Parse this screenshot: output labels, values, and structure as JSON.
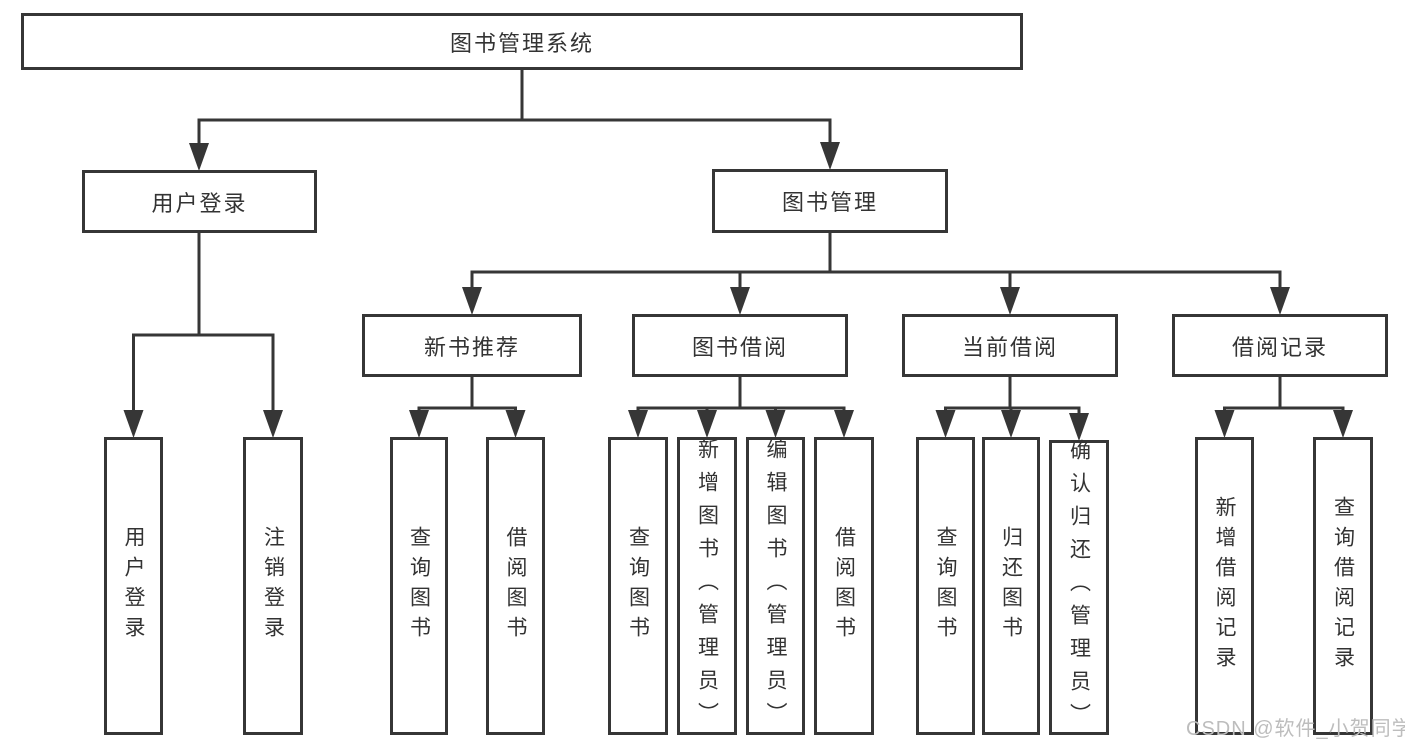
{
  "nodes": {
    "root": "图书管理系统",
    "user_login": "用户登录",
    "book_mgmt": "图书管理",
    "new_book": "新书推荐",
    "book_borrow": "图书借阅",
    "current_borrow": "当前借阅",
    "borrow_record": "借阅记录",
    "ul_leaves": [
      "用户登录",
      "注销登录"
    ],
    "nb_leaves": [
      "查询图书",
      "借阅图书"
    ],
    "bb_leaves": [
      "查询图书",
      "新增图书（管理员）",
      "编辑图书（管理员）",
      "借阅图书"
    ],
    "cb_leaves": [
      "查询图书",
      "归还图书",
      "确认归还（管理员）"
    ],
    "br_leaves": [
      "新增借阅记录",
      "查询借阅记录"
    ]
  },
  "watermark": "CSDN @软件_小贺同学",
  "colors": {
    "line": "#363636",
    "text": "#333333",
    "watermark": "#bdbdbd",
    "background": "#ffffff"
  }
}
